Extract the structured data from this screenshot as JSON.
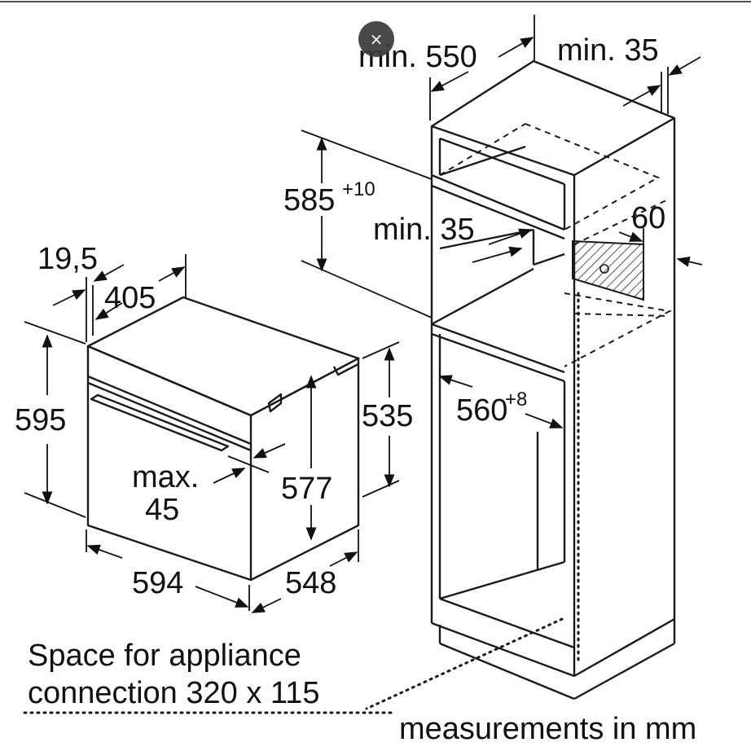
{
  "close_button": {
    "icon": "close-icon",
    "glyph": "×"
  },
  "labels": {
    "min_550": "min. 550",
    "min_35_top": "min. 35",
    "val_585": "585",
    "sup_585": "+10",
    "min_35_mid": "min. 35",
    "val_60": "60",
    "val_19_5": "19,5",
    "val_405": "405",
    "val_595": "595",
    "val_535": "535",
    "val_560": "560",
    "sup_560": "+8",
    "max_45_a": "max.",
    "max_45_b": "45",
    "val_577": "577",
    "val_594": "594",
    "val_548": "548",
    "space_line1": "Space for appliance",
    "space_line2": "connection 320 x 115",
    "measurements": "measurements in mm"
  }
}
